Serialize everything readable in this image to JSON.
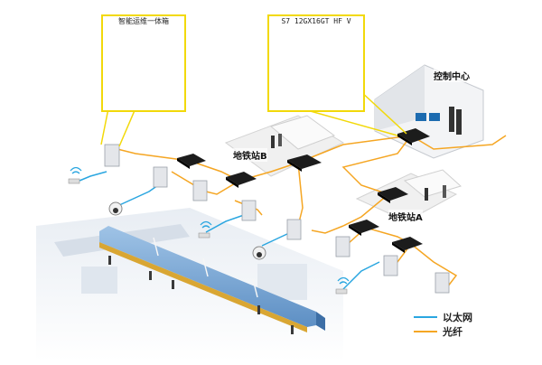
{
  "labels": {
    "cabinet_callout": "智能运维一体箱",
    "switch_callout": "S7 12GX16GT HF V",
    "control_center": "控制中心",
    "station_b": "地铁站B",
    "station_a": "地铁站A"
  },
  "legend": {
    "ethernet": "以太网",
    "fiber": "光纤"
  },
  "colors": {
    "ethernet": "#2aa6e0",
    "fiber": "#f5a623",
    "callout_border": "#f2d90a",
    "switch_body": "#1c1c1c"
  }
}
